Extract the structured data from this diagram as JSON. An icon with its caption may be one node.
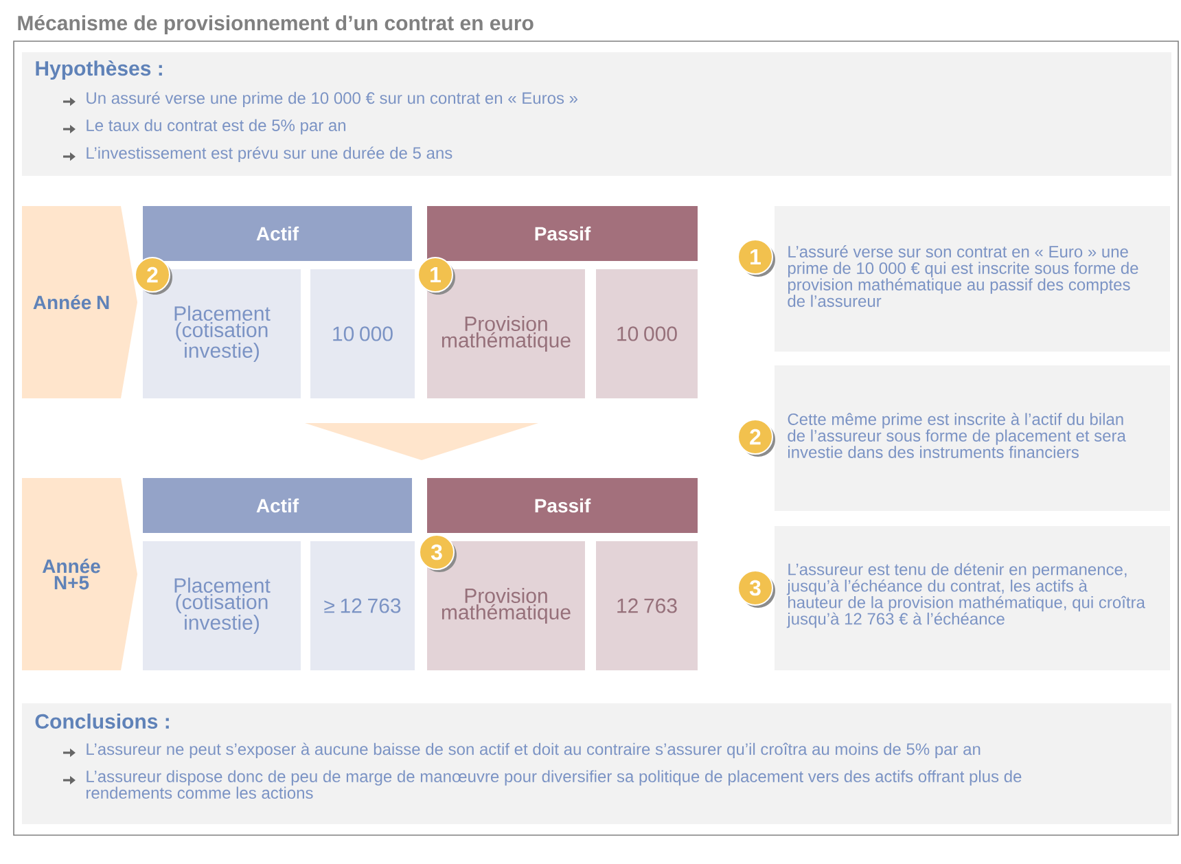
{
  "diagram": {
    "title": "Mécanisme de provisionnement d’un contrat en euro",
    "nodes": [
      {
        "text": [
          "Hypothèses :",
          "Un assuré verse une prime de 10 000 €  sur un contrat en « Euros »",
          "Le taux du contrat est de 5% par an",
          "L’investissement est prévu sur une durée de 5 ans"
        ]
      },
      {
        "text": [
          "Année N"
        ]
      },
      {
        "text": [
          "Actif"
        ]
      },
      {
        "text": [
          "Passif"
        ]
      },
      {
        "text": [
          "2"
        ]
      },
      {
        "text": [
          "1"
        ]
      },
      {
        "text": [
          "Placement (cotisation investie)"
        ]
      },
      {
        "text": [
          "10 000"
        ]
      },
      {
        "text": [
          "Provision mathématique"
        ]
      },
      {
        "text": [
          "10 000"
        ]
      },
      {
        "text": [
          "L’assuré verse sur son contrat en « Euro » une prime de 10 000 € qui est inscrite sous forme de provision mathématique au passif des comptes de l’assureur"
        ]
      },
      {
        "text": [
          "1"
        ]
      },
      {
        "text": [
          "Cette même prime est inscrite à l’actif du bilan de l’assureur sous forme de placement et sera investie dans des instruments financiers"
        ]
      },
      {
        "text": [
          "2"
        ]
      },
      {
        "text": [],
        "shape": "triangle"
      },
      {
        "text": [
          "Année N+5"
        ]
      },
      {
        "text": [
          "Actif"
        ]
      },
      {
        "text": [
          "Passif"
        ]
      },
      {
        "text": [
          "3"
        ]
      },
      {
        "text": [
          "Placement (cotisation investie)"
        ]
      },
      {
        "text": [
          "≥ 12 763"
        ]
      },
      {
        "text": [
          "Provision mathématique"
        ]
      },
      {
        "text": [
          "12 763"
        ]
      },
      {
        "text": [
          "L’assureur est tenu de détenir en permanence, jusqu’à l’échéance du contrat, les actifs à hauteur de la provision mathématique, qui croîtra jusqu’à 12 763 € à l’échéance"
        ]
      },
      {
        "text": [
          "3"
        ]
      },
      {
        "text": [
          "Conclusions :",
          "L’assureur ne peut s’exposer à aucune baisse de son actif et doit au contraire s’assurer qu’il croîtra au moins de 5% par an",
          "L’assureur dispose donc de peu de marge de manœuvre  pour diversifier sa politique de placement vers des actifs offrant plus de rendements comme les actions"
        ]
      }
    ]
  }
}
